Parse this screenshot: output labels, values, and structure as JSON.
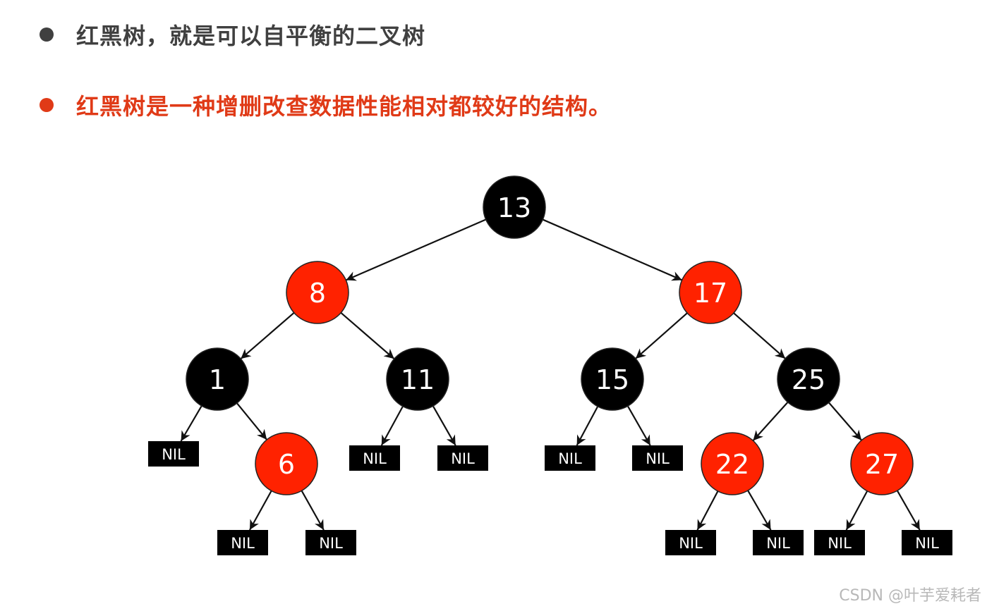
{
  "bullets": [
    {
      "text": "红黑树，就是可以自平衡的二叉树",
      "color": "#404040"
    },
    {
      "text": "红黑树是一种增删改查数据性能相对都较好的结构。",
      "color": "#e03a17"
    }
  ],
  "tree": {
    "colors": {
      "red": "#ff2200",
      "black": "#000000",
      "nil": "#000000",
      "edge": "#111111"
    },
    "nil_label": "NIL",
    "nodes": [
      {
        "id": "n13",
        "label": "13",
        "color": "black"
      },
      {
        "id": "n8",
        "label": "8",
        "color": "red"
      },
      {
        "id": "n17",
        "label": "17",
        "color": "red"
      },
      {
        "id": "n1",
        "label": "1",
        "color": "black"
      },
      {
        "id": "n11",
        "label": "11",
        "color": "black"
      },
      {
        "id": "n15",
        "label": "15",
        "color": "black"
      },
      {
        "id": "n25",
        "label": "25",
        "color": "black"
      },
      {
        "id": "n6",
        "label": "6",
        "color": "red"
      },
      {
        "id": "n22",
        "label": "22",
        "color": "red"
      },
      {
        "id": "n27",
        "label": "27",
        "color": "red"
      }
    ],
    "edges": [
      [
        "n13",
        "n8"
      ],
      [
        "n13",
        "n17"
      ],
      [
        "n8",
        "n1"
      ],
      [
        "n8",
        "n11"
      ],
      [
        "n17",
        "n15"
      ],
      [
        "n17",
        "n25"
      ],
      [
        "n1",
        "nil1"
      ],
      [
        "n1",
        "n6"
      ],
      [
        "n6",
        "nil2"
      ],
      [
        "n6",
        "nil3"
      ],
      [
        "n11",
        "nil4"
      ],
      [
        "n11",
        "nil5"
      ],
      [
        "n15",
        "nil6"
      ],
      [
        "n15",
        "nil7"
      ],
      [
        "n25",
        "n22"
      ],
      [
        "n25",
        "n27"
      ],
      [
        "n22",
        "nil8"
      ],
      [
        "n22",
        "nil9"
      ],
      [
        "n27",
        "nil10"
      ],
      [
        "n27",
        "nil11"
      ]
    ]
  },
  "watermark": "CSDN @叶芋爱耗者"
}
